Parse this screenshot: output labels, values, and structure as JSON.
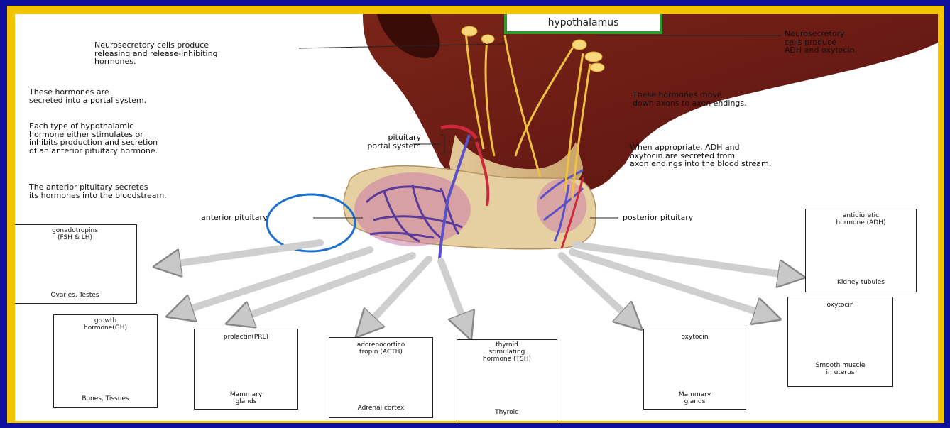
{
  "colors": {
    "outer_frame": "#0d0e9a",
    "inner_frame": "#f2c400",
    "hypothalamus_box_border": "#2e9b2a",
    "highlight_circle": "#1a6fd0",
    "brain_tissue": "#6b1f1a",
    "nerve_fibers": "#f0c040",
    "vessels_red": "#cc2a3a",
    "vessels_blue": "#5a50c8"
  },
  "labels": {
    "hypothalamus": "hypothalamus",
    "neuro_left": "Neurosecretory cells produce\nreleasing and release-inhibiting\nhormones.",
    "neuro_right": "Neurosecretory\ncells produce\nADH and oxytocin.",
    "portal_secreted": "These hormones are\nsecreted into a portal system.",
    "each_type": "Each type of hypothalamic\nhormone either stimulates or\ninhibits production and secretion\nof an anterior pituitary hormone.",
    "anterior_secretes": "The anterior pituitary secretes\nits hormones into the bloodstream.",
    "portal_system": "pituitary\nportal system",
    "move_axons": "These hormones move\ndown axons to axon endings.",
    "when_appropriate": "When appropriate, ADH and\noxytocin are secreted from\naxon endings into the blood stream.",
    "anterior_pituitary": "anterior pituitary",
    "posterior_pituitary": "posterior pituitary"
  },
  "boxes": {
    "gonadotropins": {
      "title": "gonadotropins\n(FSH & LH)",
      "target": "Ovaries, Testes"
    },
    "growth": {
      "title": "growth\nhormone(GH)",
      "target": "Bones, Tissues"
    },
    "prolactin": {
      "title": "prolactin(PRL)",
      "target": "Mammary\nglands"
    },
    "acth": {
      "title": "adorenocortico\ntropin (ACTH)",
      "target": "Adrenal cortex"
    },
    "tsh": {
      "title": "thyroid\nstimulating\nhormone (TSH)",
      "target": "Thyroid"
    },
    "oxytocin_mammary": {
      "title": "oxytocin",
      "target": "Mammary\nglands"
    },
    "oxytocin_uterus": {
      "title": "oxytocin",
      "target": "Smooth muscle\nin uterus"
    },
    "adh": {
      "title": "antidiuretic\nhormone (ADH)",
      "target": "Kidney tubules"
    }
  }
}
